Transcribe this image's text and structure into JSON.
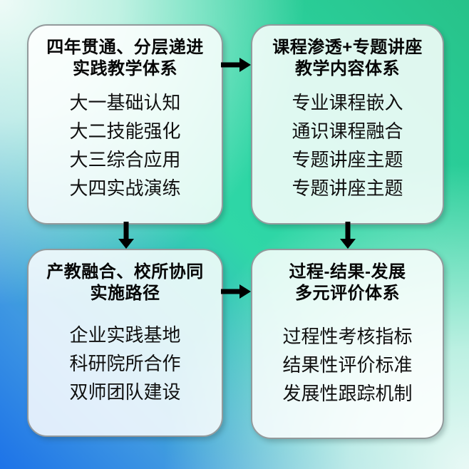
{
  "diagram": {
    "boxes": [
      {
        "name": "practice-teaching-system",
        "title_line1": "四年贯通、分层递进",
        "title_line2": "实践教学体系",
        "items": [
          "大一基础认知",
          "大二技能强化",
          "大三综合应用",
          "大四实战演练"
        ]
      },
      {
        "name": "teaching-content-system",
        "title_line1": "课程渗透+专题讲座",
        "title_line2": "教学内容体系",
        "items": [
          "专业课程嵌入",
          "通识课程融合",
          "专题讲座主题",
          "专题讲座主题"
        ]
      },
      {
        "name": "implementation-path",
        "title_line1": "产教融合、校所协同",
        "title_line2": "实施路径",
        "items": [
          "企业实践基地",
          "科研院所合作",
          "双师团队建设"
        ]
      },
      {
        "name": "multi-evaluation-system",
        "title_line1": "过程-结果-发展",
        "title_line2": "多元评价体系",
        "items": [
          "过程性考核指标",
          "结果性评价标准",
          "发展性跟踪机制"
        ]
      }
    ],
    "colors": {
      "background_blue": "#1d73e8",
      "background_turquoise": "#2fd7a7",
      "background_green": "#27c289",
      "background_light": "#e9f6f2",
      "box_fill": "rgba(255,255,255,0.85)",
      "box_border": "#939a9c",
      "arrow": "#000000",
      "text": "#0b0b0b"
    }
  }
}
